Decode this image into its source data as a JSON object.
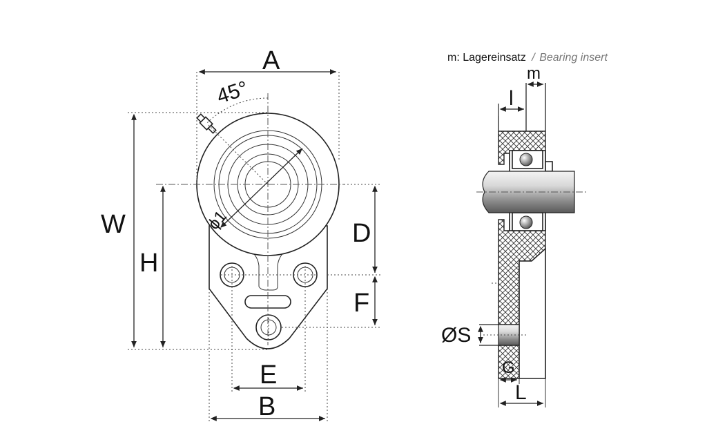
{
  "caption": {
    "de": "m: Lagereinsatz",
    "separator": "/",
    "en": "Bearing insert"
  },
  "front_view": {
    "labels": {
      "A": "A",
      "angle": "45°",
      "W": "W",
      "H": "H",
      "D": "D",
      "F": "F",
      "E": "E",
      "B": "B",
      "bore": "ϕ1"
    }
  },
  "side_view": {
    "labels": {
      "l": "l",
      "m": "m",
      "S": "ØS",
      "G": "G",
      "L": "L"
    }
  }
}
